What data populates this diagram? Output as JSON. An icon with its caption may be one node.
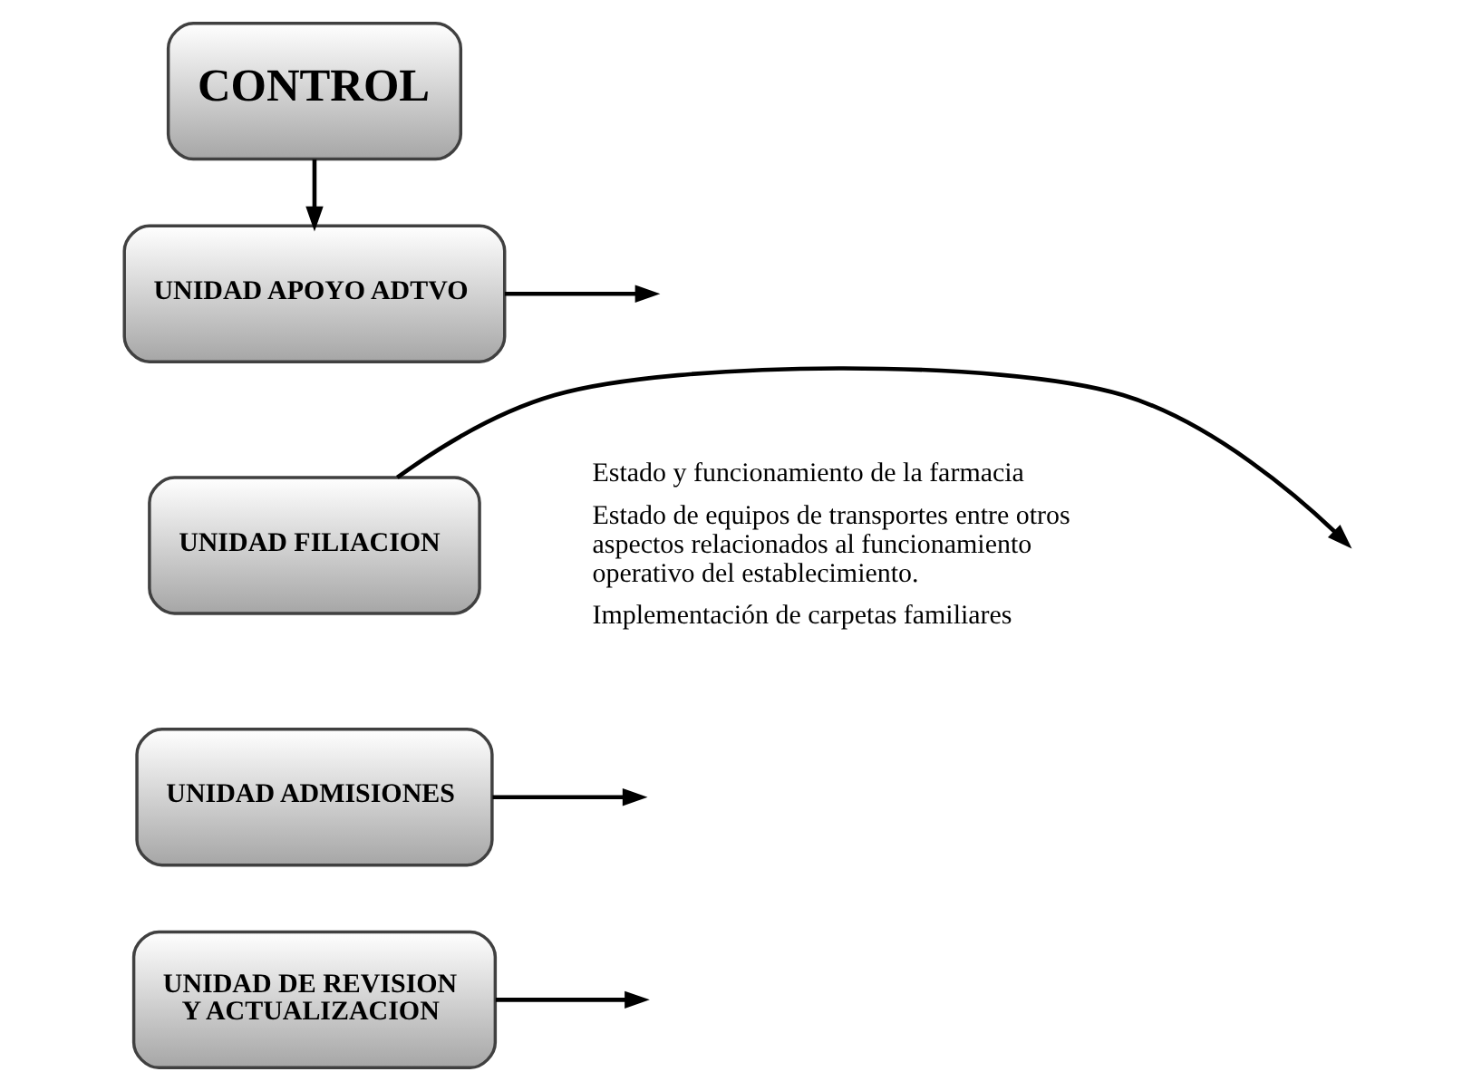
{
  "diagram": {
    "nodes": [
      {
        "text": [
          "CONTROL"
        ]
      },
      {
        "text": [
          "UNIDAD APOYO ADTVO"
        ]
      },
      {
        "text": [
          "UNIDAD FILIACION"
        ]
      },
      {
        "text": [
          "UNIDAD ADMISIONES"
        ]
      },
      {
        "text": [
          "UNIDAD DE REVISION Y ACTUALIZACION"
        ]
      }
    ],
    "edges": [
      {
        "from": 0,
        "to": 1,
        "arrow": "to"
      },
      {
        "from": 1,
        "to": null,
        "arrow": "to"
      },
      {
        "from": 2,
        "to": null,
        "arrow": "to"
      },
      {
        "from": 3,
        "to": null,
        "arrow": "to"
      },
      {
        "from": 4,
        "to": null,
        "arrow": "to"
      }
    ],
    "labels": [
      "Estado y funcionamiento de la farmacia",
      "Estado de equipos de transportes entre otros aspectos relacionados al funcionamiento operativo del establecimiento.",
      "Implementación de carpetas familiares"
    ]
  }
}
